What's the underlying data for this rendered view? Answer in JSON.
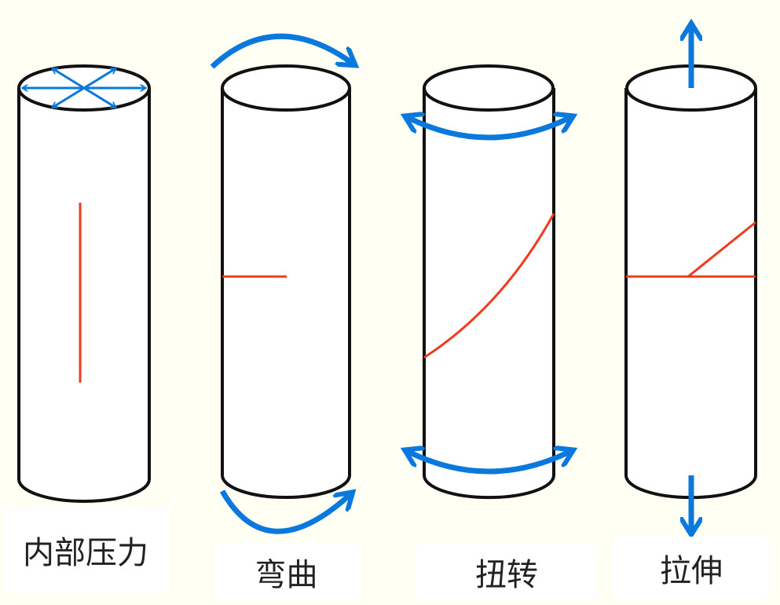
{
  "labels": {
    "internal_pressure": "内部压力",
    "bending": "弯曲",
    "torsion": "扭转",
    "tension": "拉伸"
  },
  "colors": {
    "background": "#fffff4",
    "arrow": "#0a78dc",
    "crack": "#f03a1e",
    "outline": "#111111"
  }
}
